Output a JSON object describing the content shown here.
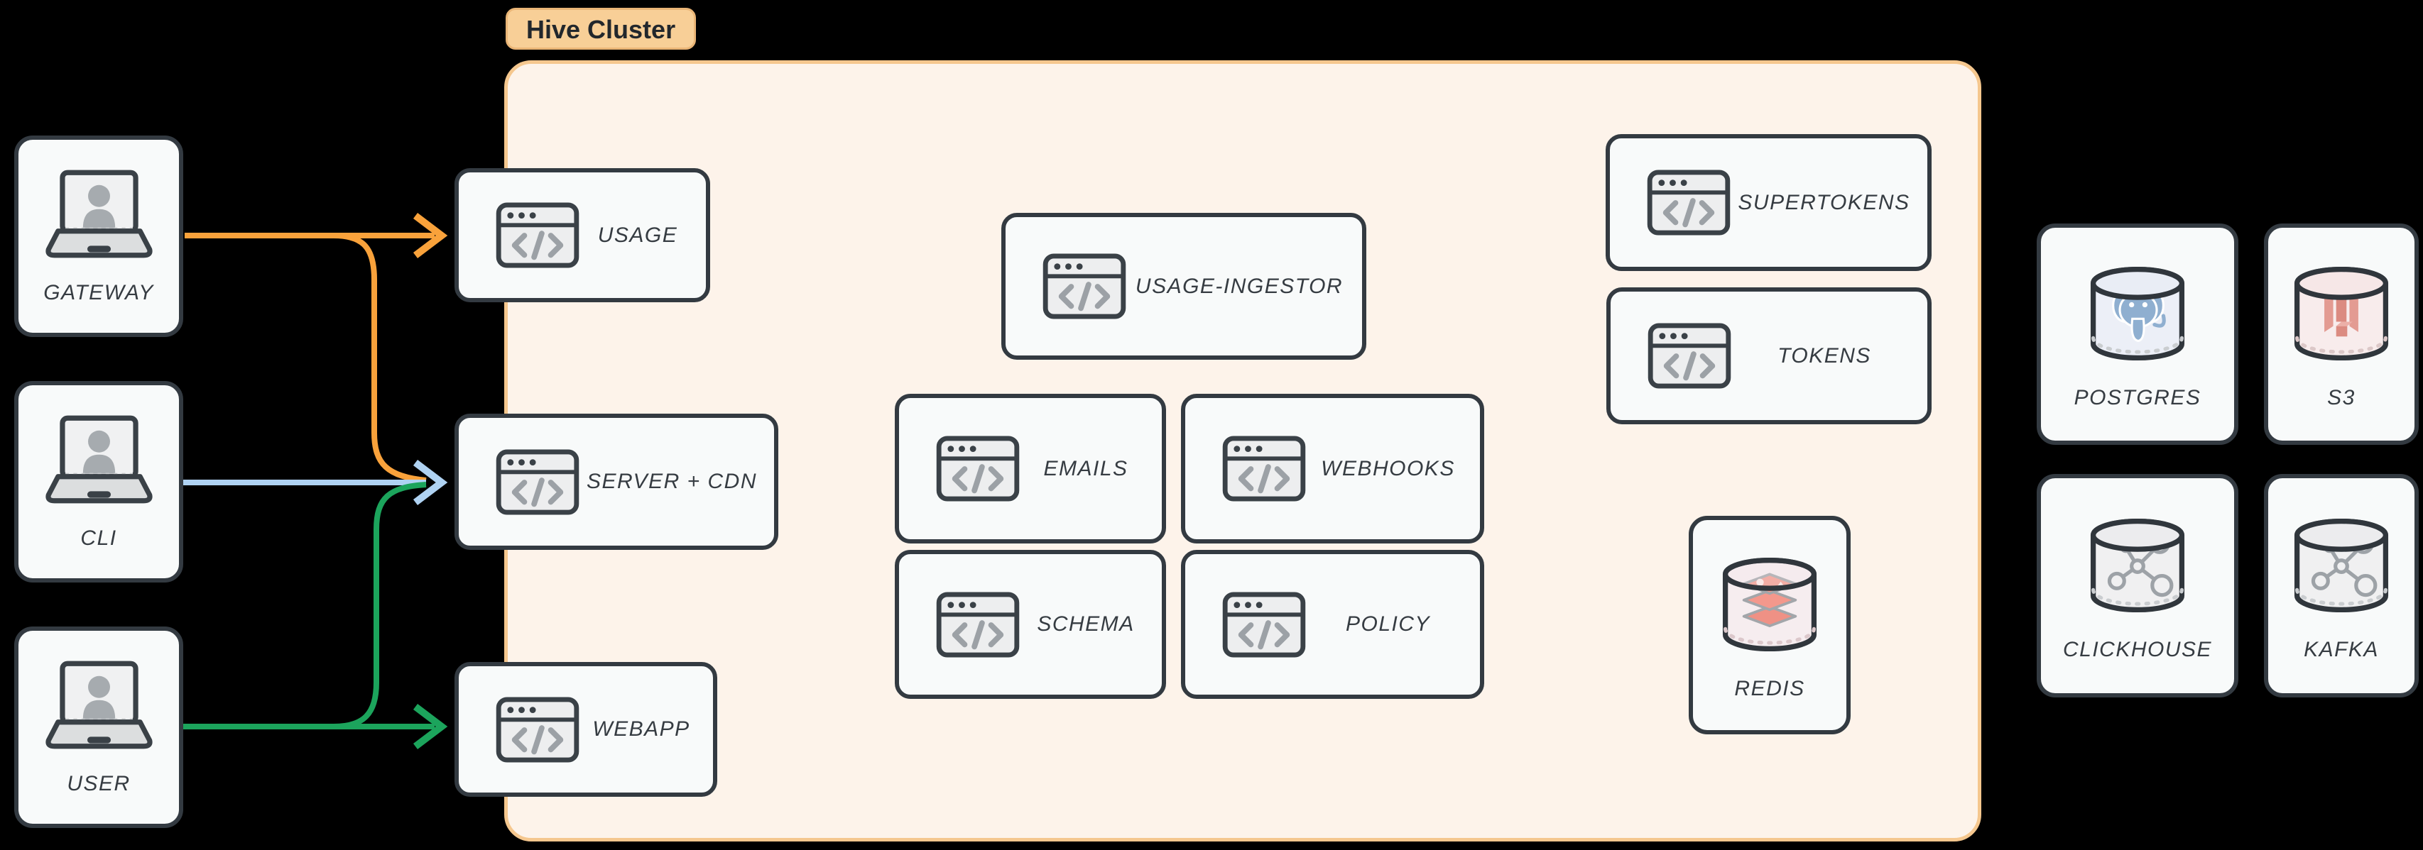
{
  "cluster": {
    "label": "Hive Cluster",
    "background": "#FDF3EA",
    "border_color": "#F5C78E"
  },
  "clients": [
    {
      "id": "gateway",
      "label": "GATEWAY",
      "icon": "laptop-user-icon"
    },
    {
      "id": "cli",
      "label": "CLI",
      "icon": "laptop-user-icon"
    },
    {
      "id": "user",
      "label": "USER",
      "icon": "laptop-user-icon"
    }
  ],
  "services": [
    {
      "id": "usage",
      "label": "USAGE",
      "icon": "code-window-icon"
    },
    {
      "id": "server-cdn",
      "label": "SERVER + CDN",
      "icon": "code-window-icon"
    },
    {
      "id": "webapp",
      "label": "WEBAPP",
      "icon": "code-window-icon"
    },
    {
      "id": "usage-ingestor",
      "label": "USAGE-INGESTOR",
      "icon": "code-window-icon"
    },
    {
      "id": "emails",
      "label": "EMAILS",
      "icon": "code-window-icon"
    },
    {
      "id": "webhooks",
      "label": "WEBHOOKS",
      "icon": "code-window-icon"
    },
    {
      "id": "schema",
      "label": "SCHEMA",
      "icon": "code-window-icon"
    },
    {
      "id": "policy",
      "label": "POLICY",
      "icon": "code-window-icon"
    },
    {
      "id": "supertokens",
      "label": "SUPERTOKENS",
      "icon": "code-window-icon"
    },
    {
      "id": "tokens",
      "label": "TOKENS",
      "icon": "code-window-icon"
    },
    {
      "id": "redis",
      "label": "REDIS",
      "icon": "redis-database-icon"
    }
  ],
  "datastores": [
    {
      "id": "postgres",
      "label": "POSTGRES",
      "icon": "postgres-database-icon"
    },
    {
      "id": "s3",
      "label": "S3",
      "icon": "s3-database-icon"
    },
    {
      "id": "clickhouse",
      "label": "CLICKHOUSE",
      "icon": "molecule-database-icon"
    },
    {
      "id": "kafka",
      "label": "KAFKA",
      "icon": "molecule-database-icon"
    }
  ],
  "edges": [
    {
      "from": "GATEWAY",
      "to": "USAGE",
      "color": "#F9A23B"
    },
    {
      "from": "GATEWAY",
      "to": "SERVER + CDN",
      "color": "#F9A23B"
    },
    {
      "from": "CLI",
      "to": "SERVER + CDN",
      "color": "#AFD2F2"
    },
    {
      "from": "USER",
      "to": "SERVER + CDN",
      "color": "#1CA45C"
    },
    {
      "from": "USER",
      "to": "WEBAPP",
      "color": "#1CA45C"
    }
  ],
  "colors": {
    "edge_orange": "#F9A23B",
    "edge_blue": "#AFD2F2",
    "edge_green": "#1CA45C",
    "node_background": "#F8FAFA",
    "node_border": "#333A41",
    "cluster_background": "#FDF3EA",
    "cluster_border": "#F5C78E",
    "badge_background": "#F8CF97",
    "label_text": "#363C42"
  }
}
